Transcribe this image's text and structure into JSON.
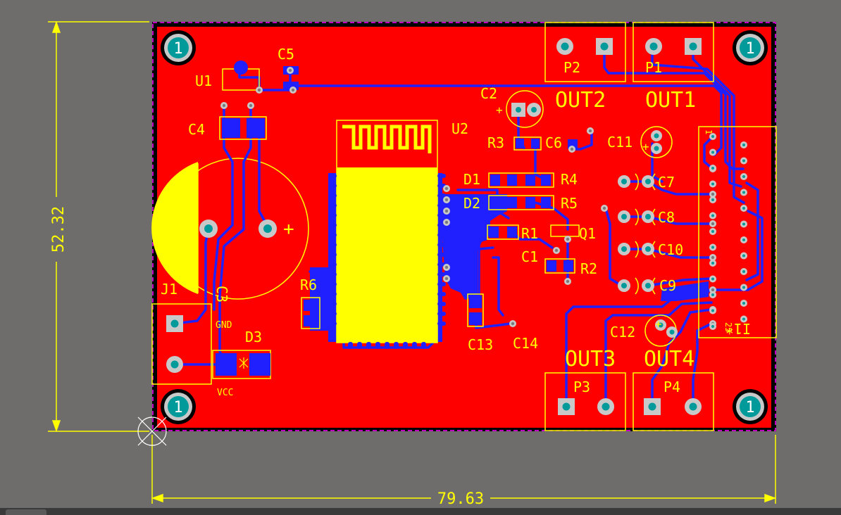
{
  "dimensions": {
    "height": "52.32",
    "width": "79.63"
  },
  "colors": {
    "background": "#6f6d6b",
    "board": "#ff0000",
    "outline": "#000000",
    "silkscreen": "#ffff00",
    "bottom_trace": "#2020ff",
    "pad": "#c8c8c8",
    "via_hole": "#009a9a",
    "keepout": "#ff00ff"
  },
  "mount_holes": {
    "label": "1"
  },
  "components": {
    "u1": "U1",
    "c5": "C5",
    "c4": "C4",
    "c2": "C2",
    "u2": "U2",
    "r3": "R3",
    "c6": "C6",
    "c11": "C11",
    "d1": "D1",
    "r4": "R4",
    "d2": "D2",
    "r5": "R5",
    "r1": "R1",
    "q1": "Q1",
    "c1": "C1",
    "r2": "R2",
    "c7": "C7",
    "c8": "C8",
    "c10": "C10",
    "c9": "C9",
    "r6": "R6",
    "c3": "C3",
    "j1": "J1",
    "d3": "D3",
    "c13": "C13",
    "c14": "C14",
    "c12": "C12",
    "p1": "P1",
    "p2": "P2",
    "p3": "P3",
    "p4": "P4",
    "i1": "I1*",
    "i1_pin1": "1",
    "i1_pin25": "25"
  },
  "net_labels": {
    "out1": "OUT1",
    "out2": "OUT2",
    "out3": "OUT3",
    "out4": "OUT4",
    "gnd": "GND",
    "vcc": "VCC",
    "plus": "+"
  }
}
